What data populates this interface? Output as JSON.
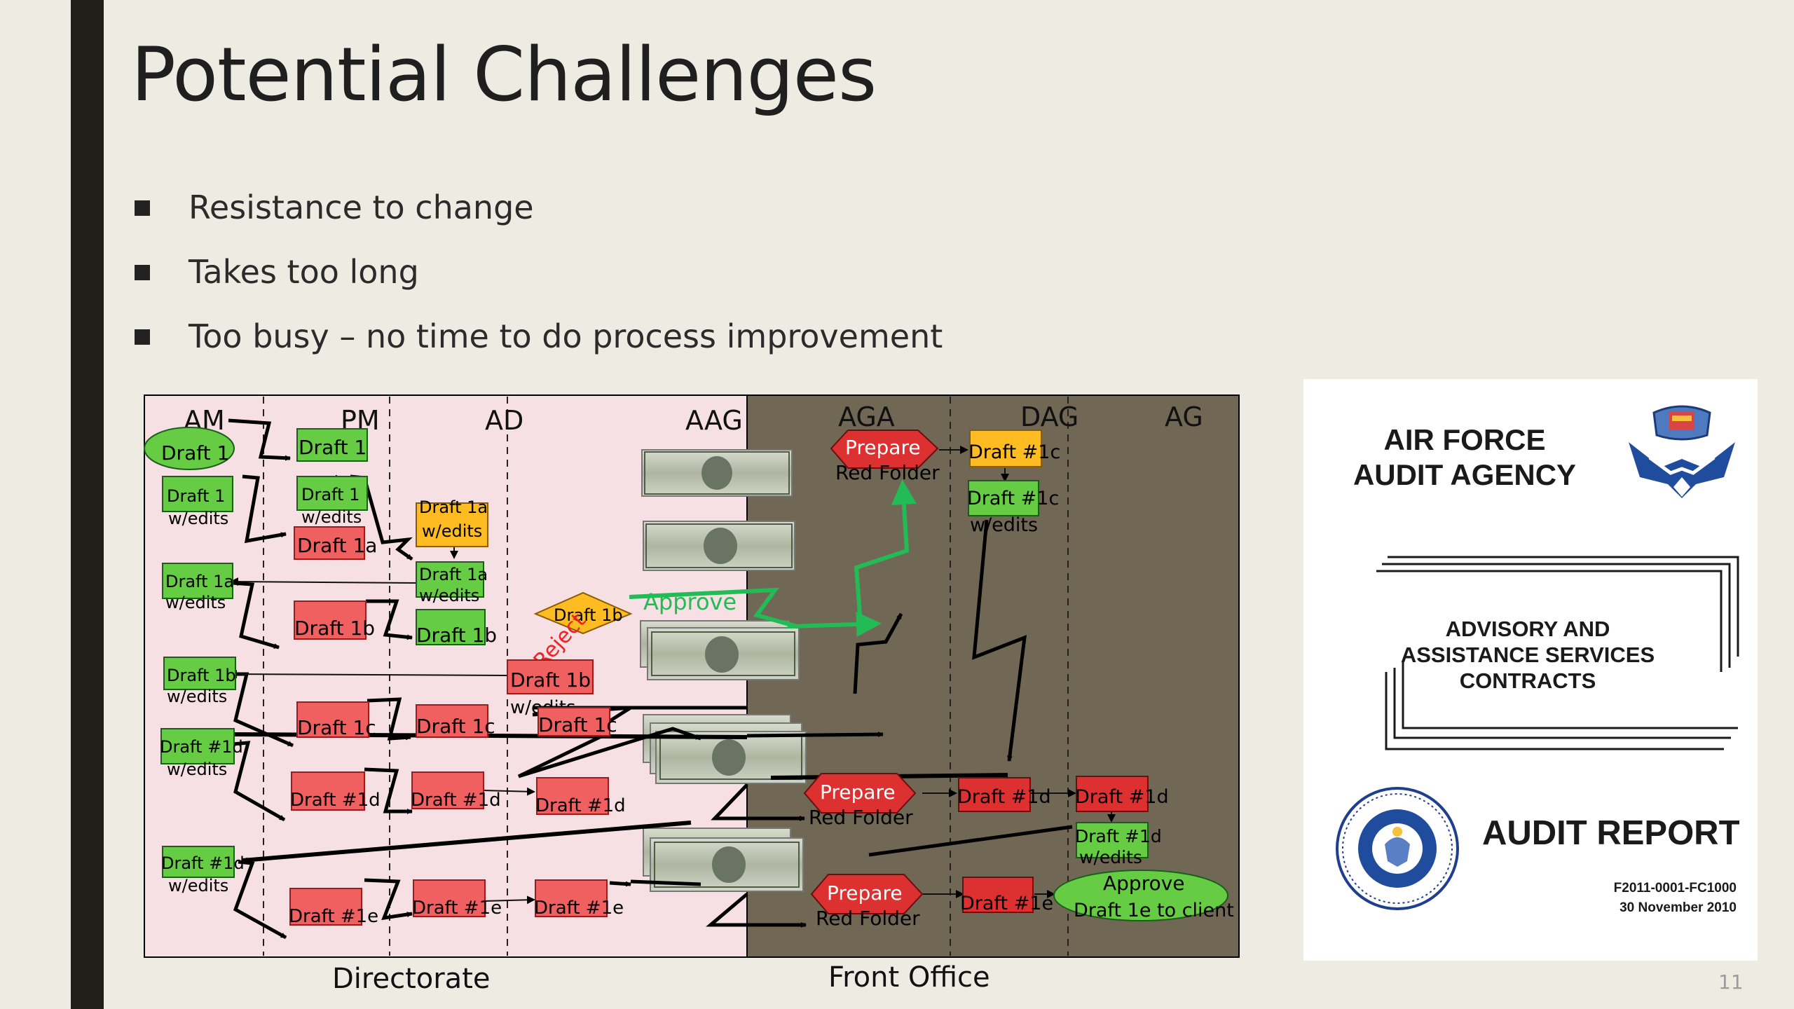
{
  "slide": {
    "title": "Potential Challenges",
    "bullets": [
      "Resistance to change",
      "Takes too long",
      "Too busy – no time to do process improvement"
    ],
    "page_number": "11"
  },
  "flowchart": {
    "lanes": [
      "AM",
      "PM",
      "AD",
      "AAG",
      "AGA",
      "DAG",
      "AG"
    ],
    "sections": [
      "Directorate",
      "Front Office"
    ],
    "colors": {
      "directorate_bg": "#f6e0e3",
      "front_office_bg": "#716755",
      "green": "#66cc44",
      "red": "#f06060",
      "dark_red": "#dd3030",
      "orange": "#ffbb22",
      "approve_arrow": "#22bb55"
    },
    "nodes": {
      "start": "Draft 1",
      "pm_draft1": "Draft 1",
      "am_d1_edits": [
        "Draft 1",
        "w/edits"
      ],
      "pm_d1_edits": [
        "Draft 1",
        "w/edits"
      ],
      "pm_d1a": "Draft 1a",
      "ad_d1a": [
        "Draft 1a",
        "w/edits"
      ],
      "am_d1a_edits": [
        "Draft 1a",
        "w/edits"
      ],
      "ad_d1a_edits": [
        "Draft 1a",
        "w/edits"
      ],
      "pm_d1b": "Draft 1b",
      "ad_d1b": "Draft 1b",
      "decision": "Draft 1b",
      "approve_label": "Approve",
      "reject_label": "Reject",
      "aag_d1b": [
        "Draft 1b",
        "w/edits"
      ],
      "am_d1b_edits": [
        "Draft 1b",
        "w/edits"
      ],
      "pm_d1c": "Draft 1c",
      "ad_d1c": "Draft 1c",
      "aag_d1c": "Draft 1c",
      "am_d1d_edits": [
        "Draft #1d",
        "w/edits"
      ],
      "pm_d1d": "Draft #1d",
      "ad_d1d": "Draft #1d",
      "aag_d1d": "Draft #1d",
      "am_d1d_edits2": [
        "Draft #1d",
        "w/edits"
      ],
      "pm_d1e": "Draft #1e",
      "ad_d1e": "Draft #1e",
      "aag_d1e": "Draft #1e",
      "prepare1": [
        "Prepare",
        "Red Folder"
      ],
      "dag_d1c": "Draft #1c",
      "dag_d1c_edits": [
        "Draft #1c",
        "w/edits"
      ],
      "prepare2": [
        "Prepare",
        "Red Folder"
      ],
      "dag_d1d": "Draft #1d",
      "ag_d1d": "Draft #1d",
      "ag_d1d_edits": [
        "Draft #1d",
        "w/edits"
      ],
      "prepare3": [
        "Prepare",
        "Red Folder"
      ],
      "dag_d1e": "Draft #1e",
      "approve_end": [
        "Approve",
        "Draft 1e to client"
      ]
    }
  },
  "report": {
    "agency": [
      "AIR FORCE",
      "AUDIT AGENCY"
    ],
    "subject": [
      "ADVISORY AND",
      "ASSISTANCE SERVICES",
      "CONTRACTS"
    ],
    "type": "AUDIT REPORT",
    "number": "F2011-0001-FC1000",
    "date": "30 November 2010"
  }
}
